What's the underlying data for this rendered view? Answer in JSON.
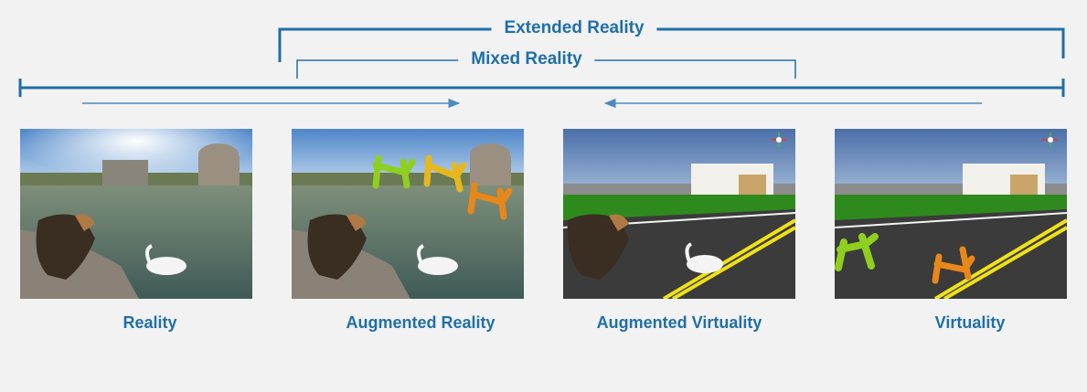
{
  "brackets": {
    "extended": "Extended Reality",
    "mixed": "Mixed Reality"
  },
  "captions": [
    "Reality",
    "Augmented Reality",
    "Augmented Virtuality",
    "Virtuality"
  ],
  "colors": {
    "accent": "#1f6fa8",
    "arrow": "#4a8cc0",
    "background": "#f2f2f2"
  },
  "panels": [
    {
      "scene": "real-pond",
      "subjects": [
        "dog",
        "swan"
      ]
    },
    {
      "scene": "real-pond",
      "subjects": [
        "dog",
        "swan",
        "balloon-animals"
      ]
    },
    {
      "scene": "virtual-street",
      "subjects": [
        "dog",
        "swan"
      ]
    },
    {
      "scene": "virtual-street",
      "subjects": [
        "balloon-animals"
      ]
    }
  ]
}
